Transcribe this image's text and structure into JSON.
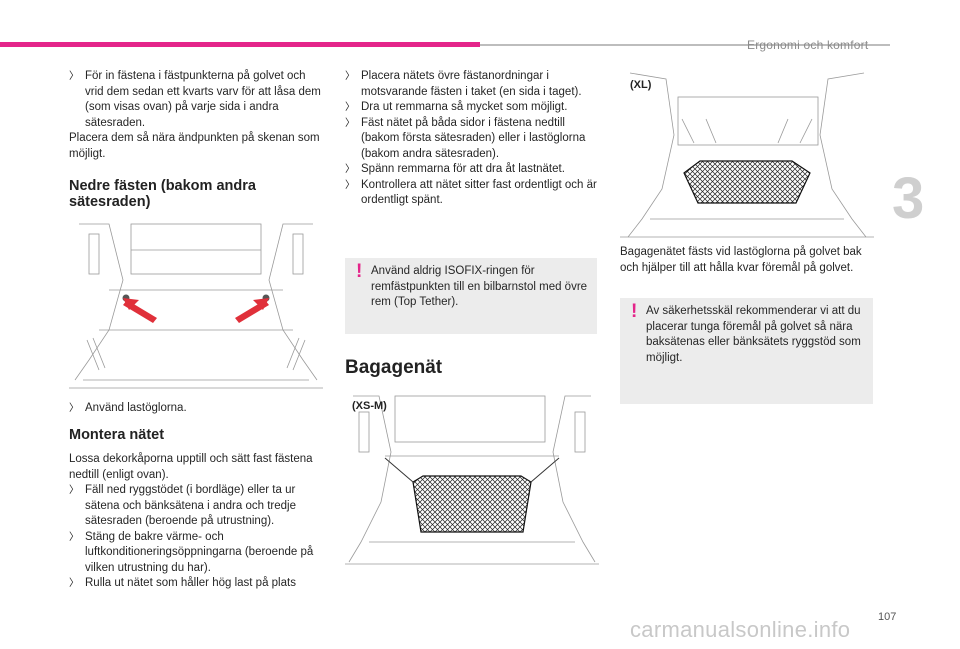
{
  "header": {
    "section_title": "Ergonomi och komfort",
    "chapter_number": "3",
    "page_number": "107"
  },
  "watermark": "carmanualsonline.info",
  "col1": {
    "intro_bullet": "För in fästena i fästpunkterna på golvet och vrid dem sedan ett kvarts varv för att låsa dem (som visas ovan) på varje sida i andra sätesraden.",
    "intro_para": "Placera dem så nära ändpunkten på skenan som möjligt.",
    "heading_lower": "Nedre fästen (bakom andra sätesraden)",
    "bullet_use_rings": "Använd lastöglorna.",
    "heading_mount": "Montera nätet",
    "mount_para": "Lossa dekorkåporna upptill och sätt fast fästena nedtill (enligt ovan).",
    "mount_bullets": [
      "Fäll ned ryggstödet (i bordläge) eller ta ur sätena och bänksätena i andra och tredje sätesraden (beroende på utrustning).",
      "Stäng de bakre värme- och luftkonditioneringsöppningarna (beroende på vilken utrustning du har).",
      "Rulla ut nätet som håller hög last på plats"
    ]
  },
  "col2": {
    "bullets": [
      "Placera nätets övre fästanordningar i motsvarande fästen i taket (en sida i taget).",
      "Dra ut remmarna så mycket som möjligt.",
      "Fäst nätet på båda sidor i fästena nedtill (bakom första sätesraden) eller i lastöglorna (bakom andra sätesraden).",
      "Spänn remmarna för att dra åt lastnätet.",
      "Kontrollera att nätet sitter fast ordentligt och är ordentligt spänt."
    ],
    "warning": "Använd aldrig ISOFIX-ringen för remfästpunkten till en bilbarnstol med övre rem (Top Tether).",
    "heading_net": "Bagagenät",
    "label_xsm": "(XS-M)"
  },
  "col3": {
    "label_xl": "(XL)",
    "caption": "Bagagenätet fästs vid lastöglorna på golvet bak och hjälper till att hålla kvar föremål på golvet.",
    "warning": "Av säkerhetsskäl rekommenderar vi att du placerar tunga föremål på golvet så nära baksätenas eller bänksätets ryggstöd som möjligt."
  },
  "icons": {
    "bullet": "arrow-bullet-icon",
    "warning": "exclamation-icon"
  },
  "colors": {
    "accent": "#e4258a",
    "warning_bg": "#ececec",
    "arrow_red": "#e0303a"
  }
}
